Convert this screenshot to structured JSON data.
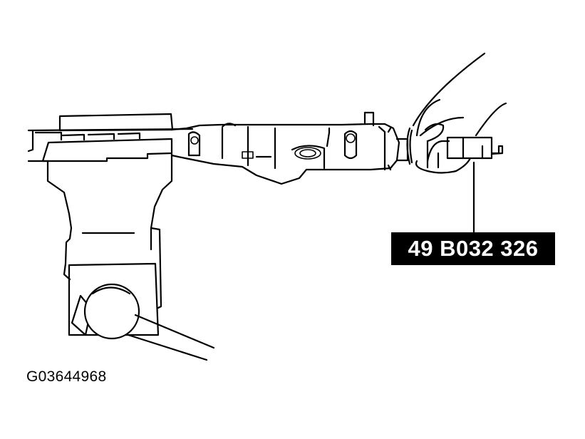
{
  "diagram": {
    "type": "service-manual-illustration",
    "subject": "Steering gear housing held in vise, special tool inserted by hand",
    "callouts": [
      {
        "id": "special-tool",
        "label": "49 B032 326",
        "points_to": "tool-shaft"
      }
    ],
    "figure_id": "G03644968",
    "colors": {
      "line": "#000000",
      "background": "#ffffff",
      "label_bg": "#000000",
      "label_text": "#ffffff"
    }
  }
}
